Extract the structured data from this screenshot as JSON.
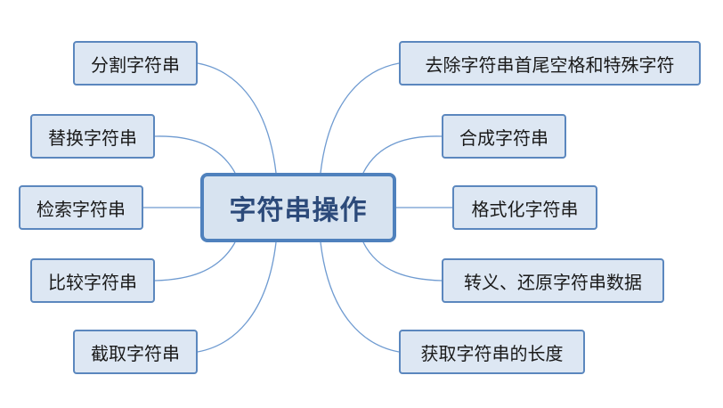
{
  "root": {
    "label": "字符串操作"
  },
  "left_nodes": [
    {
      "label": "分割字符串"
    },
    {
      "label": "替换字符串"
    },
    {
      "label": "检索字符串"
    },
    {
      "label": "比较字符串"
    },
    {
      "label": "截取字符串"
    }
  ],
  "right_nodes": [
    {
      "label": "去除字符串首尾空格和特殊字符"
    },
    {
      "label": "合成字符串"
    },
    {
      "label": "格式化字符串"
    },
    {
      "label": "转义、还原字符串数据"
    },
    {
      "label": "获取字符串的长度"
    }
  ],
  "colors": {
    "connector": "#6f9bd1",
    "node_fill": "#dde7f3",
    "node_border": "#5b87be",
    "root_fill": "#d7e3f0",
    "root_border": "#4f81bd",
    "root_text": "#2c4a7a"
  }
}
